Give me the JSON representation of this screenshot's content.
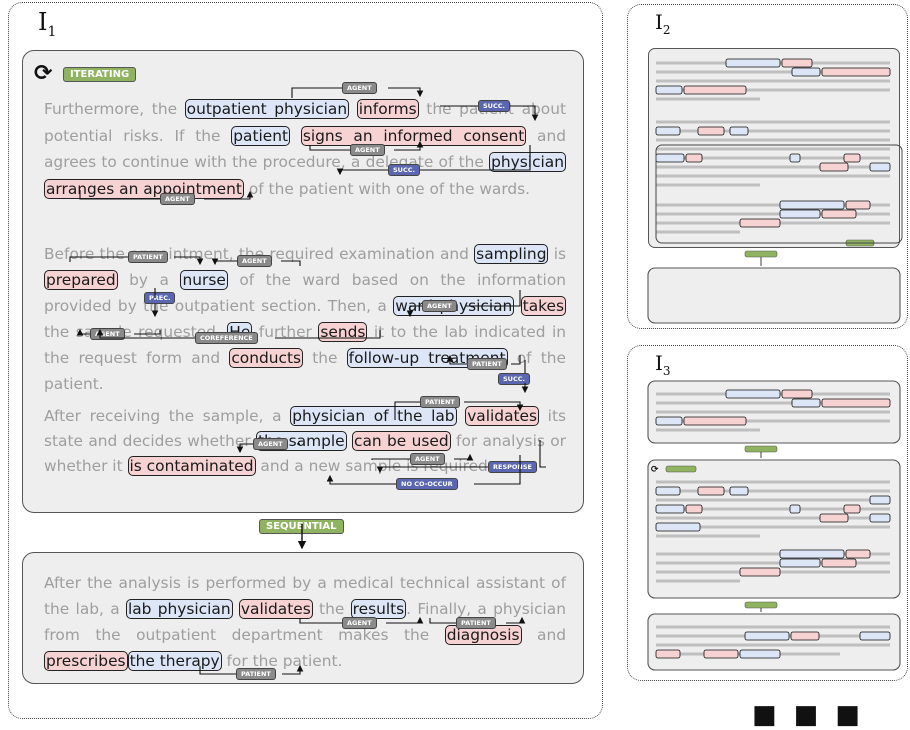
{
  "main": {
    "label": "I",
    "sub": "1",
    "iterating": "ITERATING",
    "p1": {
      "t1": "Furthermore, the ",
      "e1": "outpatient physician",
      "t2": " ",
      "e2": "informs",
      "t3": " the patient about potential risks. If the ",
      "e3": "patient",
      "t4": " ",
      "e4": "signs an informed consent",
      "t5": " and agrees to continue with the procedure, a delegate of the ",
      "e5": "physician",
      "t6": " ",
      "e6": "arranges an appointment",
      "t7": " of the patient with one of the wards."
    },
    "p2": {
      "t1": "Before the appointment, the required examination and ",
      "e1": "sampling",
      "t2": " is ",
      "e2": "prepared",
      "t3": " by a ",
      "e3": "nurse",
      "t4": " of the ward based on the information provided by the outpatient section. Then, a ",
      "e4": "ward physician",
      "t5": " ",
      "e5": "takes",
      "t6": " the sample requested. ",
      "e6": "He",
      "t7": " further ",
      "e7": "sends",
      "t8": " it to the lab indicated in the request form and ",
      "e8": "conducts",
      "t9": " the ",
      "e9": "follow-up treatment",
      "t10": " of the patient."
    },
    "p3": {
      "t1": "After receiving the sample, a ",
      "e1": "physician of the lab",
      "t2": " ",
      "e2": "validates",
      "t3": " its state and decides whether ",
      "e3": "the sample",
      "t4": " ",
      "e4": "can be used",
      "t5": " for analysis or whether it ",
      "e5": "is contaminated",
      "t6": " and a new sample is required."
    },
    "relations": {
      "agent": "AGENT",
      "succ": "SUCC.",
      "patient": "PATIENT",
      "prec": "PREC.",
      "coreference": "COREFERENCE",
      "response": "RESPONSE",
      "no_cooccur": "NO CO-OCCUR"
    },
    "sequential": "SEQUENTIAL",
    "p4": {
      "t1": "After the analysis is performed by a medical technical assistant of the lab, a ",
      "e1": "lab physician",
      "t2": " ",
      "e2": "validates",
      "t3": " the ",
      "e3": "results",
      "t4": ". Finally, a physician from the outpatient department makes the ",
      "e4": "diagnosis",
      "t5": " and ",
      "e5": "prescribes",
      "t6": "",
      "e6": "the therapy",
      "t7": " for the patient."
    }
  },
  "i2": {
    "label": "I",
    "sub": "2"
  },
  "i3": {
    "label": "I",
    "sub": "3"
  },
  "ellipsis": "■ ■ ■",
  "colors": {
    "entity": "#dce6f7",
    "action": "#f6d2d2",
    "relation_gray": "#8a8a8a",
    "relation_blue": "#5a67b0",
    "flow_green": "#8fb360"
  }
}
